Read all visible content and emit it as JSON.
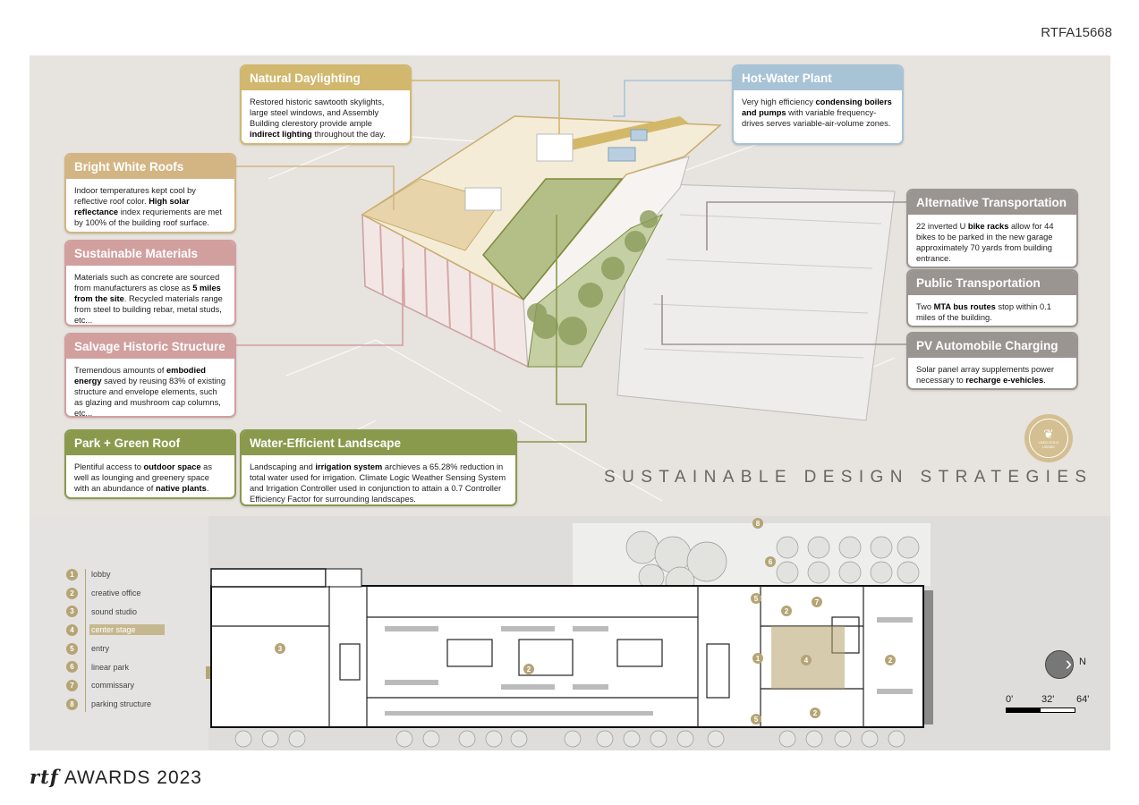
{
  "header": {
    "code": "RTFA15668"
  },
  "footer": {
    "logo": "rtf",
    "label": "AWARDS 2023"
  },
  "title": "SUSTAINABLE DESIGN STRATEGIES",
  "colors": {
    "gold": "#d1b86e",
    "tan": "#d3b583",
    "pink": "#d29f9f",
    "green": "#8a9a4c",
    "blue": "#a8c3d6",
    "grey": "#9b9591",
    "board": "#e7e3df"
  },
  "boxes": [
    {
      "id": "box-daylight",
      "color": "gold",
      "title": "Natural Daylighting",
      "body": [
        {
          "t": "Restored historic sawtooth skylights, large steel windows, and Assembly Building clerestory provide ample "
        },
        {
          "t": "indirect lighting",
          "b": true
        },
        {
          "t": " throughout the day."
        }
      ]
    },
    {
      "id": "box-hotwater",
      "color": "blue",
      "title": "Hot-Water Plant",
      "body": [
        {
          "t": "Very high efficiency "
        },
        {
          "t": "condensing boilers and pumps",
          "b": true
        },
        {
          "t": " with variable frequency- drives serves variable-air-volume zones."
        }
      ]
    },
    {
      "id": "box-roofs",
      "color": "tan",
      "title": "Bright White Roofs",
      "body": [
        {
          "t": "Indoor temperatures kept cool by reflective roof color. "
        },
        {
          "t": "High solar reflectance",
          "b": true
        },
        {
          "t": " index requriements are met by 100% of the building roof surface."
        }
      ]
    },
    {
      "id": "box-materials",
      "color": "pink",
      "title": "Sustainable Materials",
      "body": [
        {
          "t": "Materials such as concrete are sourced from manufacturers as close as "
        },
        {
          "t": "5 miles from the site",
          "b": true
        },
        {
          "t": ". Recycled materials range from steel to building rebar, metal studs, etc..."
        }
      ]
    },
    {
      "id": "box-salvage",
      "color": "pink",
      "title": "Salvage Historic Structure",
      "body": [
        {
          "t": "Tremendous amounts of "
        },
        {
          "t": "embodied energy",
          "b": true
        },
        {
          "t": " saved by reusing 83% of existing structure and envelope elements, such as glazing and mushroom cap columns, etc..."
        }
      ]
    },
    {
      "id": "box-park",
      "color": "green",
      "title": "Park + Green Roof",
      "body": [
        {
          "t": "Plentiful access to "
        },
        {
          "t": "outdoor space",
          "b": true
        },
        {
          "t": " as well as lounging and greenery space with an abundance of "
        },
        {
          "t": "native plants",
          "b": true
        },
        {
          "t": "."
        }
      ]
    },
    {
      "id": "box-water",
      "color": "green",
      "title": "Water-Efficient Landscape",
      "body": [
        {
          "t": "Landscaping and "
        },
        {
          "t": "irrigation system",
          "b": true
        },
        {
          "t": " archieves a 65.28% reduction in total water used for irrigation. Climate Logic Weather Sensing System and Irrigation Controller used in conjunction to attain a 0.7 Controller Efficiency Factor for surrounding landscapes."
        }
      ]
    },
    {
      "id": "box-alt",
      "color": "grey",
      "title": "Alternative Transportation",
      "body": [
        {
          "t": "22 inverted U "
        },
        {
          "t": "bike racks",
          "b": true
        },
        {
          "t": " allow for 44 bikes to be parked in the new garage approximately 70 yards from building entrance."
        }
      ]
    },
    {
      "id": "box-public",
      "color": "grey",
      "title": "Public Transportation",
      "body": [
        {
          "t": "Two "
        },
        {
          "t": "MTA bus routes",
          "b": true
        },
        {
          "t": " stop within 0.1 miles of the building."
        }
      ]
    },
    {
      "id": "box-pv",
      "color": "grey",
      "title": "PV Automobile Charging",
      "body": [
        {
          "t": "Solar panel array supplements power necessary to "
        },
        {
          "t": "recharge e-vehicles",
          "b": true
        },
        {
          "t": "."
        }
      ]
    }
  ],
  "seal": {
    "ring_text": "U.S. GREEN BUILDING COUNCIL",
    "level": "LEED GOLD",
    "org": "USGBC"
  },
  "legend": [
    {
      "n": "1",
      "label": "lobby"
    },
    {
      "n": "2",
      "label": "creative office"
    },
    {
      "n": "3",
      "label": "sound studio"
    },
    {
      "n": "4",
      "label": "center stage",
      "highlight": true
    },
    {
      "n": "5",
      "label": "entry"
    },
    {
      "n": "6",
      "label": "linear park"
    },
    {
      "n": "7",
      "label": "commissary"
    },
    {
      "n": "8",
      "label": "parking structure"
    }
  ],
  "plan_markers": [
    "1",
    "2",
    "2",
    "2",
    "2",
    "3",
    "4",
    "5",
    "5",
    "6",
    "7",
    "8"
  ],
  "north": "N",
  "scale": [
    "0'",
    "32'",
    "64'"
  ]
}
